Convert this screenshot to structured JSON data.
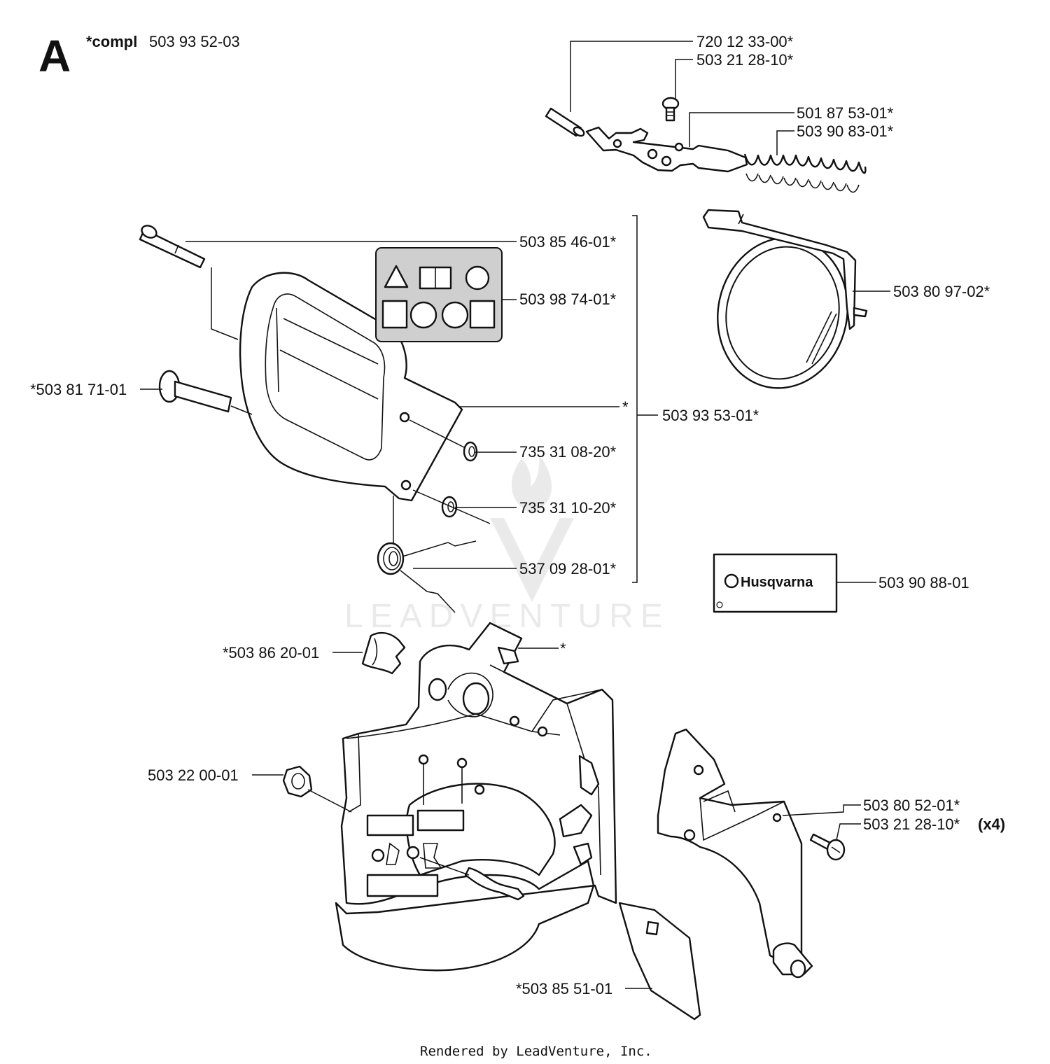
{
  "section_letter": "A",
  "compl": {
    "prefix": "*compl",
    "number": "503 93 52-03"
  },
  "brand_decal_text": "Husqvarna",
  "watermark": "LEADVENTURE",
  "footer": "Rendered by LeadVenture, Inc.",
  "parts": {
    "p_720_12_33_00": "720 12 33-00*",
    "p_503_21_28_10_top": "503 21 28-10*",
    "p_501_87_53_01": "501 87 53-01*",
    "p_503_90_83_01": "503 90 83-01*",
    "p_503_85_46_01": "503 85 46-01*",
    "p_503_98_74_01": "503 98 74-01*",
    "p_503_80_97_02": "503 80 97-02*",
    "p_503_81_71_01": "*503 81 71-01",
    "p_star_cover": "*",
    "p_503_93_53_01": "503 93 53-01*",
    "p_735_31_08_20": "735 31 08-20*",
    "p_735_31_10_20": "735 31 10-20*",
    "p_537_09_28_01": "537 09 28-01*",
    "p_503_90_88_01": "503 90 88-01",
    "p_503_86_20_01": "*503 86 20-01",
    "p_star_lever": "*",
    "p_503_22_00_01": "503 22 00-01",
    "p_503_80_52_01": "503 80 52-01*",
    "p_503_21_28_10_bottom": "503 21 28-10*",
    "p_503_21_28_10_qty": "(x4)",
    "p_503_85_51_01": "*503 85 51-01"
  }
}
